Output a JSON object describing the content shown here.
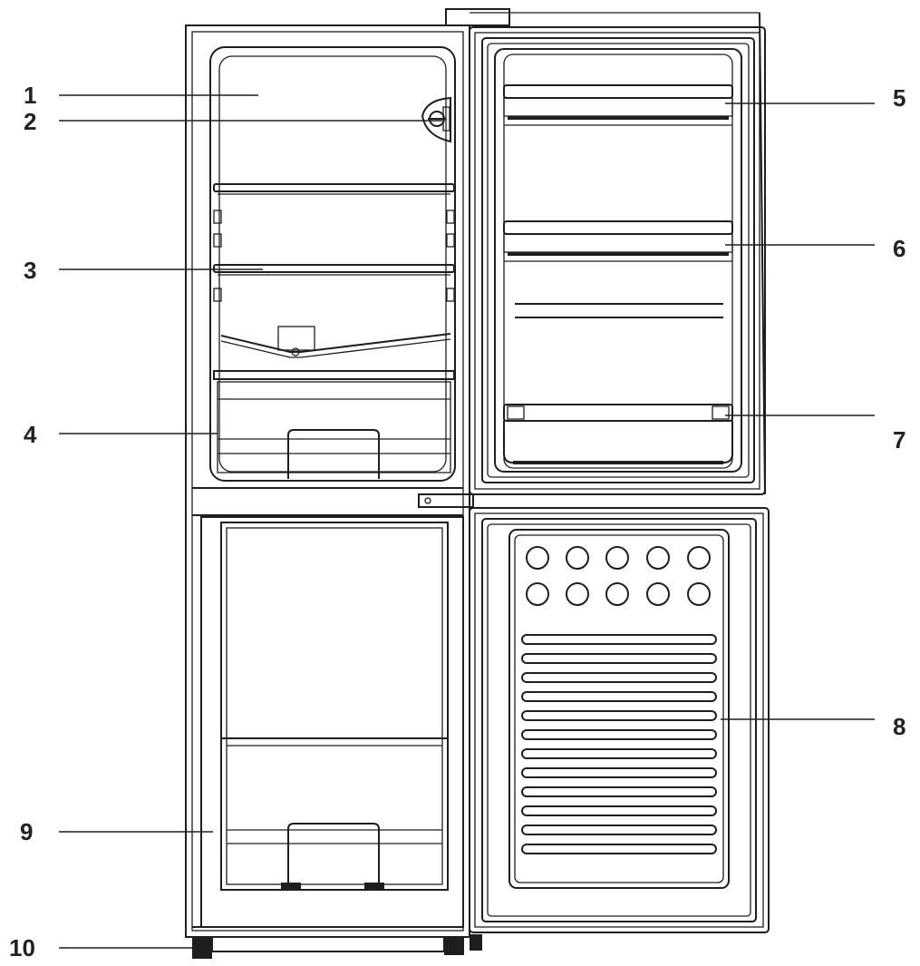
{
  "colors": {
    "line": "#1e1e1e",
    "label": "#222222",
    "background": "#ffffff"
  },
  "callouts": [
    {
      "id": "1",
      "label": "1",
      "part": "fridge-compartment"
    },
    {
      "id": "2",
      "label": "2",
      "part": "thermostat-light"
    },
    {
      "id": "3",
      "label": "3",
      "part": "glass-shelf"
    },
    {
      "id": "4",
      "label": "4",
      "part": "crisper-drawer"
    },
    {
      "id": "5",
      "label": "5",
      "part": "upper-door-balcony"
    },
    {
      "id": "6",
      "label": "6",
      "part": "middle-door-balcony"
    },
    {
      "id": "7",
      "label": "7",
      "part": "bottom-door-balcony"
    },
    {
      "id": "8",
      "label": "8",
      "part": "freezer-door-panel"
    },
    {
      "id": "9",
      "label": "9",
      "part": "freezer-drawer"
    },
    {
      "id": "10",
      "label": "10",
      "part": "adjustable-feet"
    }
  ]
}
